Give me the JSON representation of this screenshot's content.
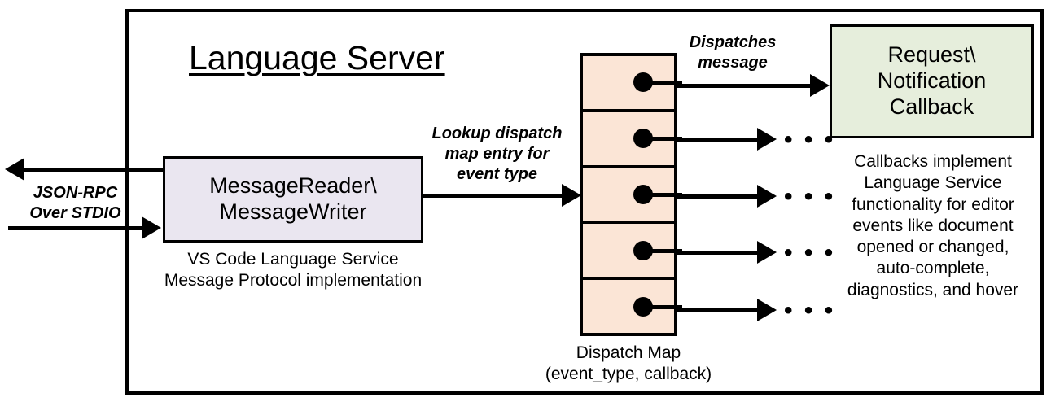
{
  "diagram": {
    "title": "Language Server",
    "outer_frame_label": "language-server-boundary"
  },
  "io": {
    "protocol_label": "JSON-RPC\nOver STDIO",
    "outbound_arrow": "arrow-left",
    "inbound_arrow": "arrow-right"
  },
  "reader": {
    "box_label": "MessageReader\\\nMessageWriter",
    "caption": "VS Code Language Service\nMessage Protocol implementation",
    "fill_color": "#EAE6F0"
  },
  "lookup": {
    "label": "Lookup dispatch\nmap entry for\nevent type"
  },
  "dispatch_map": {
    "caption": "Dispatch Map\n(event_type, callback)",
    "fill_color": "#FBE5D6",
    "cells": [
      {
        "name": "dispatch-map-cell-1",
        "has_dot": true
      },
      {
        "name": "dispatch-map-cell-2",
        "has_dot": true
      },
      {
        "name": "dispatch-map-cell-3",
        "has_dot": true
      },
      {
        "name": "dispatch-map-cell-4",
        "has_dot": true
      },
      {
        "name": "dispatch-map-cell-5",
        "has_dot": true
      }
    ]
  },
  "dispatch": {
    "label": "Dispatches\nmessage"
  },
  "callback": {
    "box_label": "Request\\\nNotification\nCallback",
    "caption": "Callbacks implement\nLanguage Service\nfunctionality for editor\nevents like document\nopened or changed,\nauto-complete,\ndiagnostics, and hover",
    "fill_color": "#E6EEDC"
  },
  "ellipses": {
    "glyph": "• • •",
    "rows": [
      "row-2",
      "row-3",
      "row-4",
      "row-5"
    ]
  },
  "colors": {
    "stroke": "#000000",
    "background": "#FFFFFF",
    "reader_fill": "#EAE6F0",
    "map_fill": "#FBE5D6",
    "callback_fill": "#E6EEDC"
  }
}
